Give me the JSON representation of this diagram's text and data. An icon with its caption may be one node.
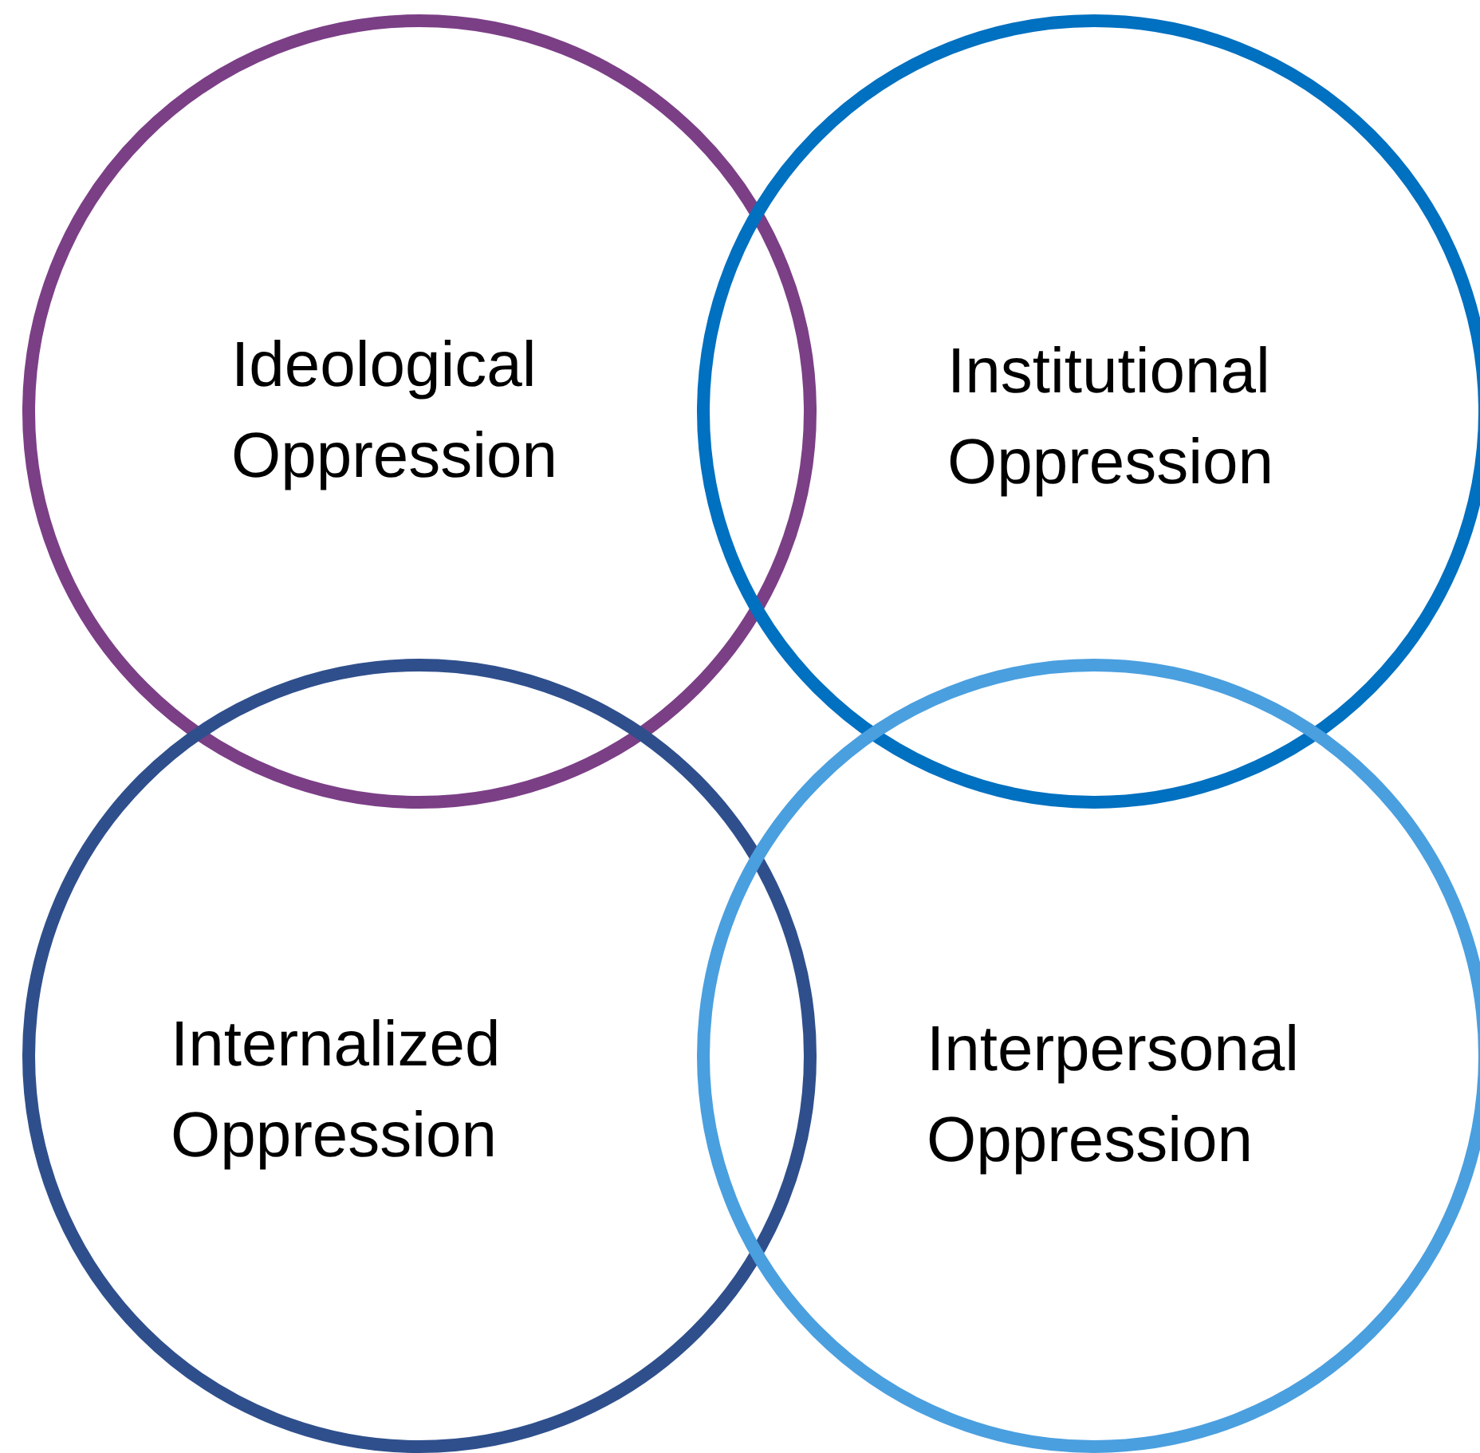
{
  "diagram": {
    "nodes": [
      {
        "text": [
          "Ideological Oppression"
        ]
      },
      {
        "text": [
          "Institutional Oppression"
        ]
      },
      {
        "text": [
          "Internalized Oppression"
        ]
      },
      {
        "text": [
          "Interpersonal Oppression"
        ]
      }
    ]
  }
}
